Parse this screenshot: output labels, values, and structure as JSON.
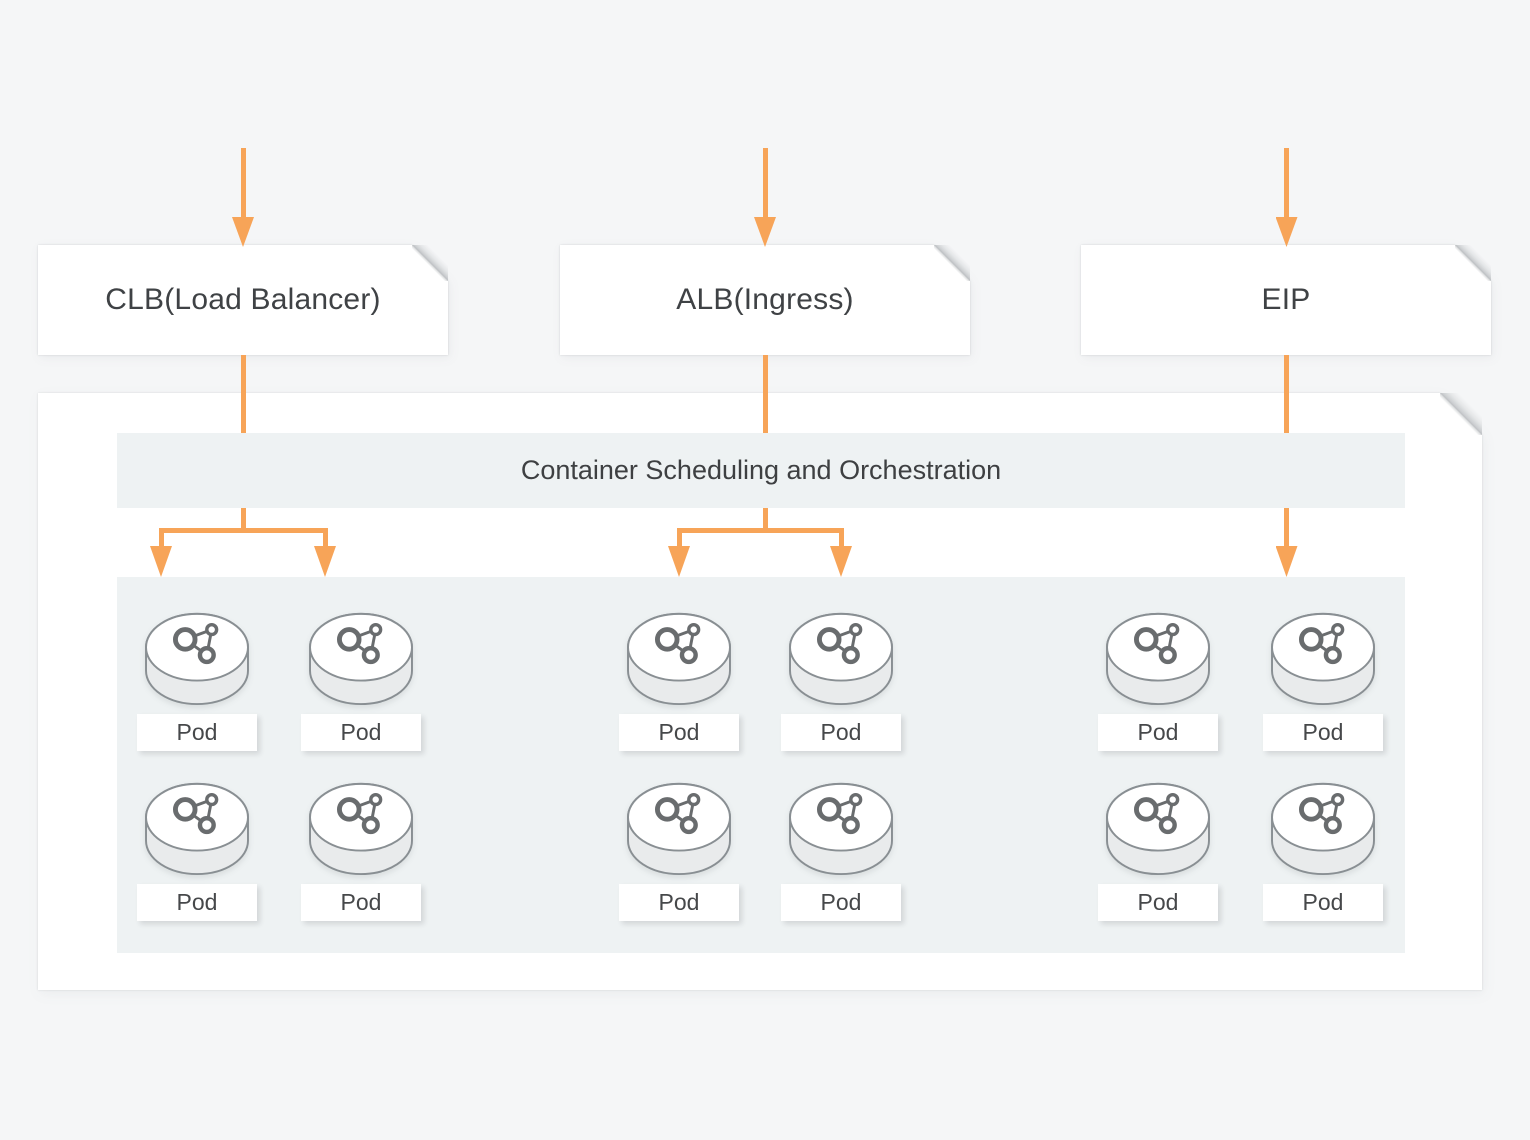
{
  "page": {
    "background_color": "#F5F6F7",
    "accent_color": "#F7A458",
    "panel_color": "#EEF2F3",
    "text_color": "#3F4245"
  },
  "entry_nodes": [
    {
      "id": "clb",
      "label": "CLB(Load Balancer)"
    },
    {
      "id": "alb",
      "label": "ALB(Ingress)"
    },
    {
      "id": "eip",
      "label": "EIP"
    }
  ],
  "cluster": {
    "header_label": "Container Scheduling and Orchestration",
    "pod_groups": [
      {
        "id": "clb-pods",
        "source": "clb",
        "fan_out": 2,
        "pods": [
          {
            "label": "Pod"
          },
          {
            "label": "Pod"
          },
          {
            "label": "Pod"
          },
          {
            "label": "Pod"
          }
        ]
      },
      {
        "id": "alb-pods",
        "source": "alb",
        "fan_out": 2,
        "pods": [
          {
            "label": "Pod"
          },
          {
            "label": "Pod"
          },
          {
            "label": "Pod"
          },
          {
            "label": "Pod"
          }
        ]
      },
      {
        "id": "eip-pods",
        "source": "eip",
        "fan_out": 1,
        "pods": [
          {
            "label": "Pod"
          },
          {
            "label": "Pod"
          },
          {
            "label": "Pod"
          },
          {
            "label": "Pod"
          }
        ]
      }
    ]
  },
  "icons": {
    "pod_icon": "cylinder-with-molecule-glyph",
    "inbound_arrow": "orange-down-arrow",
    "folded_corner": "clipped-top-right-corner"
  }
}
